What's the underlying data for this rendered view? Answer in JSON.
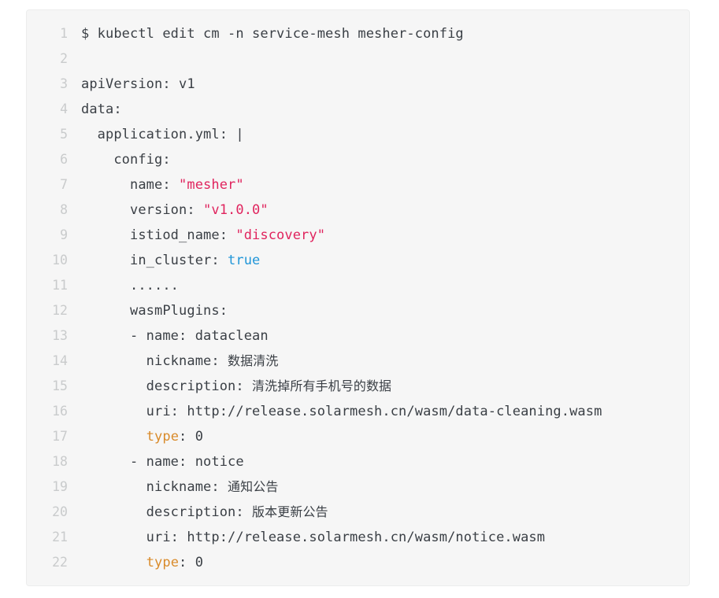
{
  "code_block": {
    "language": "yaml",
    "line_count": 22,
    "colors": {
      "panel_background": "#f6f6f6",
      "panel_border": "#eceded",
      "page_background": "#ffffff",
      "line_number": "#c9cbcc",
      "text": "#3a3f45",
      "string": "#e0245e",
      "boolean": "#2196d8",
      "key_highlight": "#d98b2b"
    },
    "lines": [
      {
        "number": "1",
        "tokens": [
          {
            "t": "$ kubectl edit cm -n service-mesh mesher-config",
            "c": "tok-plain"
          }
        ]
      },
      {
        "number": "2",
        "tokens": [
          {
            "t": "",
            "c": "tok-plain"
          }
        ]
      },
      {
        "number": "3",
        "tokens": [
          {
            "t": "apiVersion: v1",
            "c": "tok-plain"
          }
        ]
      },
      {
        "number": "4",
        "tokens": [
          {
            "t": "data:",
            "c": "tok-plain"
          }
        ]
      },
      {
        "number": "5",
        "tokens": [
          {
            "t": "  application.yml: |",
            "c": "tok-plain"
          }
        ]
      },
      {
        "number": "6",
        "tokens": [
          {
            "t": "    config:",
            "c": "tok-plain"
          }
        ]
      },
      {
        "number": "7",
        "tokens": [
          {
            "t": "      name: ",
            "c": "tok-plain"
          },
          {
            "t": "\"mesher\"",
            "c": "tok-str"
          }
        ]
      },
      {
        "number": "8",
        "tokens": [
          {
            "t": "      version: ",
            "c": "tok-plain"
          },
          {
            "t": "\"v1.0.0\"",
            "c": "tok-str"
          }
        ]
      },
      {
        "number": "9",
        "tokens": [
          {
            "t": "      istiod_name: ",
            "c": "tok-plain"
          },
          {
            "t": "\"discovery\"",
            "c": "tok-str"
          }
        ]
      },
      {
        "number": "10",
        "tokens": [
          {
            "t": "      in_cluster: ",
            "c": "tok-plain"
          },
          {
            "t": "true",
            "c": "tok-bool"
          }
        ]
      },
      {
        "number": "11",
        "tokens": [
          {
            "t": "      ......",
            "c": "tok-plain"
          }
        ]
      },
      {
        "number": "12",
        "tokens": [
          {
            "t": "      wasmPlugins:",
            "c": "tok-plain"
          }
        ]
      },
      {
        "number": "13",
        "tokens": [
          {
            "t": "      - name: dataclean",
            "c": "tok-plain"
          }
        ]
      },
      {
        "number": "14",
        "tokens": [
          {
            "t": "        nickname: ",
            "c": "tok-plain"
          },
          {
            "t": "数据清洗",
            "c": "tok-cjk"
          }
        ]
      },
      {
        "number": "15",
        "tokens": [
          {
            "t": "        description: ",
            "c": "tok-plain"
          },
          {
            "t": "清洗掉所有手机号的数据",
            "c": "tok-cjk"
          }
        ]
      },
      {
        "number": "16",
        "tokens": [
          {
            "t": "        uri: http://release.solarmesh.cn/wasm/data-cleaning.wasm",
            "c": "tok-plain"
          }
        ]
      },
      {
        "number": "17",
        "tokens": [
          {
            "t": "        ",
            "c": "tok-plain"
          },
          {
            "t": "type",
            "c": "tok-key-hl"
          },
          {
            "t": ": 0",
            "c": "tok-plain"
          }
        ]
      },
      {
        "number": "18",
        "tokens": [
          {
            "t": "      - name: notice",
            "c": "tok-plain"
          }
        ]
      },
      {
        "number": "19",
        "tokens": [
          {
            "t": "        nickname: ",
            "c": "tok-plain"
          },
          {
            "t": "通知公告",
            "c": "tok-cjk"
          }
        ]
      },
      {
        "number": "20",
        "tokens": [
          {
            "t": "        description: ",
            "c": "tok-plain"
          },
          {
            "t": "版本更新公告",
            "c": "tok-cjk"
          }
        ]
      },
      {
        "number": "21",
        "tokens": [
          {
            "t": "        uri: http://release.solarmesh.cn/wasm/notice.wasm",
            "c": "tok-plain"
          }
        ]
      },
      {
        "number": "22",
        "tokens": [
          {
            "t": "        ",
            "c": "tok-plain"
          },
          {
            "t": "type",
            "c": "tok-key-hl"
          },
          {
            "t": ": 0",
            "c": "tok-plain"
          }
        ]
      }
    ]
  }
}
